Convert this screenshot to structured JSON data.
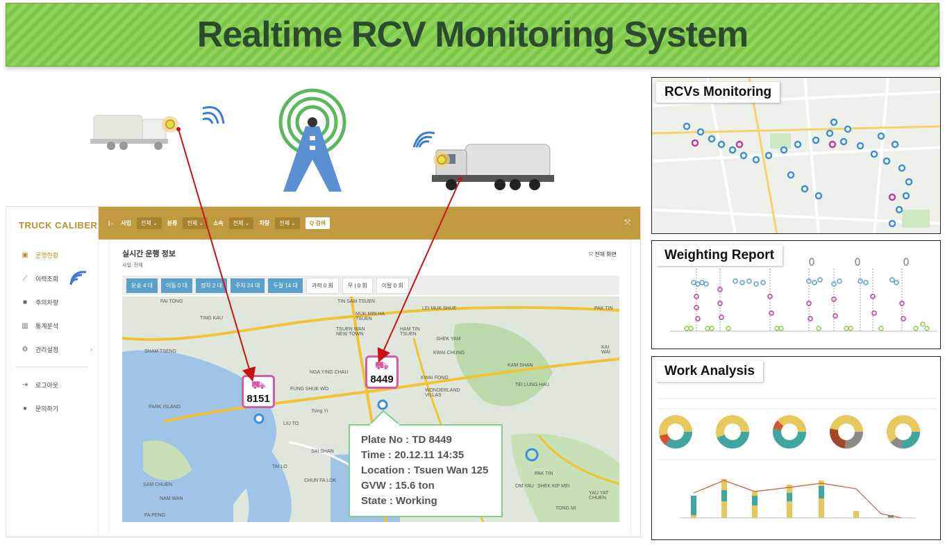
{
  "banner": {
    "title": "Realtime RCV Monitoring System"
  },
  "app": {
    "logo": "TRUCK CALIBER",
    "nav": [
      {
        "label": "운행현황",
        "icon": "bus-icon",
        "active": true
      },
      {
        "label": "이력조회",
        "icon": "chart-line-icon"
      },
      {
        "label": "주의차량",
        "icon": "truck-icon"
      },
      {
        "label": "통계분석",
        "icon": "bar-chart-icon"
      },
      {
        "label": "관리설정",
        "icon": "gear-icon"
      },
      {
        "label": "로그아웃",
        "icon": "logout-icon"
      },
      {
        "label": "문의하기",
        "icon": "info-icon"
      }
    ],
    "topbar": {
      "filters": [
        {
          "label": "사업",
          "value": "전체"
        },
        {
          "label": "분류",
          "value": "전체"
        },
        {
          "label": "소속",
          "value": "전체"
        },
        {
          "label": "차량",
          "value": "전체"
        }
      ],
      "search_label": "Q 검색"
    },
    "content": {
      "title": "실시간 운행 정보",
      "subtitle": "사업: 전체",
      "fullscreen_label": "전체 화면",
      "chips": [
        {
          "label": "운송 4 대",
          "style": "blue"
        },
        {
          "label": "이동 0 대",
          "style": "blue"
        },
        {
          "label": "정차 2 대",
          "style": "blue"
        },
        {
          "label": "주차 24 대",
          "style": "blue"
        },
        {
          "label": "두절 14 대",
          "style": "blue"
        },
        {
          "label": "과적 0 회",
          "style": "light"
        },
        {
          "label": "무 | 0 회",
          "style": "light"
        },
        {
          "label": "이탈 0 회",
          "style": "light"
        }
      ],
      "map_labels": [
        "FAI TONG",
        "TING KAU",
        "TIN SAM TSUEN",
        "MUK MIN HA TSUEN",
        "TSUEN WAN NEW TOWN",
        "HAM TIN TSUEN",
        "SHEK YAM",
        "LEI MUK SHUE",
        "KWAI CHUNG",
        "PAK TIN",
        "KAM SHAN",
        "SHAM TSENG",
        "NGA YING CHAU",
        "FUNG SHUE WO",
        "TEI LUNG HAU",
        "PARK ISLAND",
        "LIU TO",
        "Tsing Yi",
        "WONDERLAND VILLAS",
        "KWAI FONG",
        "SAI SHAN",
        "TAI LO",
        "CHUN FA LOK",
        "SAM CHUEN",
        "NAM WAN",
        "FA PENG",
        "PAK TIN",
        "OM YAU",
        "SHEK KIP MEI",
        "YAU YAT CHUEN",
        "TONG MI",
        "KAI WAI"
      ]
    }
  },
  "markers": [
    {
      "number": "8151"
    },
    {
      "number": "8449"
    }
  ],
  "info_card": {
    "plate": "Plate No : TD 8449",
    "time": "Time : 20.12.11 14:35",
    "location": "Location : Tsuen Wan 125",
    "gvw": "GVW : 15.6 ton",
    "state": "State :  Working"
  },
  "panels": {
    "monitoring": {
      "title": "RCVs Monitoring"
    },
    "weighting": {
      "title": "Weighting Report"
    },
    "work": {
      "title": "Work Analysis"
    }
  },
  "colors": {
    "banner_green": "#7cc74a",
    "topbar_gold": "#c19a3f",
    "chip_blue": "#5aa0c8",
    "marker_magenta": "#d55aa7",
    "card_green": "#7fcf8a",
    "route_blue": "#3b8fd9",
    "arrow_red": "#cc1111"
  }
}
